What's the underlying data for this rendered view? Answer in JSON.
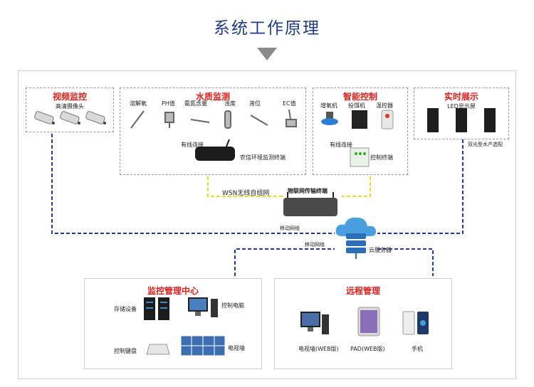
{
  "title": "系统工作原理",
  "video": {
    "title": "视频监控",
    "camera_label": "高清摄像头"
  },
  "water": {
    "title": "水质监测",
    "sensors": [
      "溶解氧",
      "PH值",
      "氨氮含量",
      "浊度",
      "液位",
      "EC值"
    ],
    "wired": "有线连接",
    "terminal": "农信环境监测终端"
  },
  "smart": {
    "title": "智能控制",
    "devices": [
      "增氧机",
      "投饵机",
      "温控器"
    ],
    "wired": "有线连接",
    "terminal": "控制终端"
  },
  "display": {
    "title": "实时展示",
    "screen": "LED显示屏",
    "caption": "双光型水产选配"
  },
  "network": {
    "wsn": "WSN无线自组网",
    "gateway": "物联网传输终端",
    "mobile1": "移动网络",
    "mobile2": "移动网络",
    "cloud": "云服务器"
  },
  "center": {
    "title": "监控管理中心",
    "storage": "存储设备",
    "pc": "控制电脑",
    "keyboard": "控制键盘",
    "tvwall": "电视墙"
  },
  "remote": {
    "title": "远程管理",
    "pc": "电视墙(WEB版)",
    "pad": "PAD(WEB版)",
    "phone": "手机"
  }
}
